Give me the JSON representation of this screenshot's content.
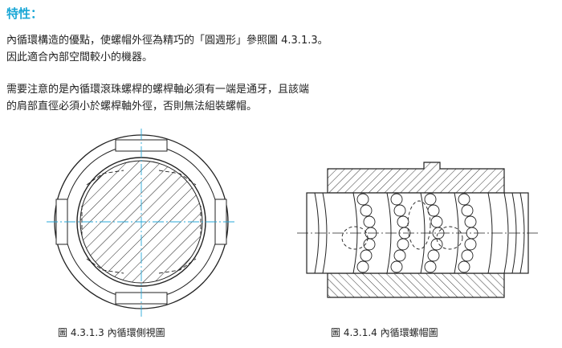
{
  "heading": "特性：",
  "paragraph1": {
    "line1": "內循環構造的優點，使螺帽外徑為精巧的「圓週形」參照圖 4.3.1.3。",
    "line2": "因此適合內部空間較小的機器。"
  },
  "paragraph2": {
    "line1": "需要注意的是內循環滾珠螺桿的螺桿軸必須有一端是通牙，且該端",
    "line2": "的肩部直徑必須小於螺桿軸外徑，否則無法組裝螺帽。"
  },
  "figures": {
    "side_view_caption": "圖 4.3.1.3 內循環側視圖",
    "nut_view_caption": "圖 4.3.1.4 內循環螺帽圖"
  },
  "colors": {
    "heading": "#1aa7d6",
    "center_line": "#29a8d8",
    "ink": "#222222"
  }
}
